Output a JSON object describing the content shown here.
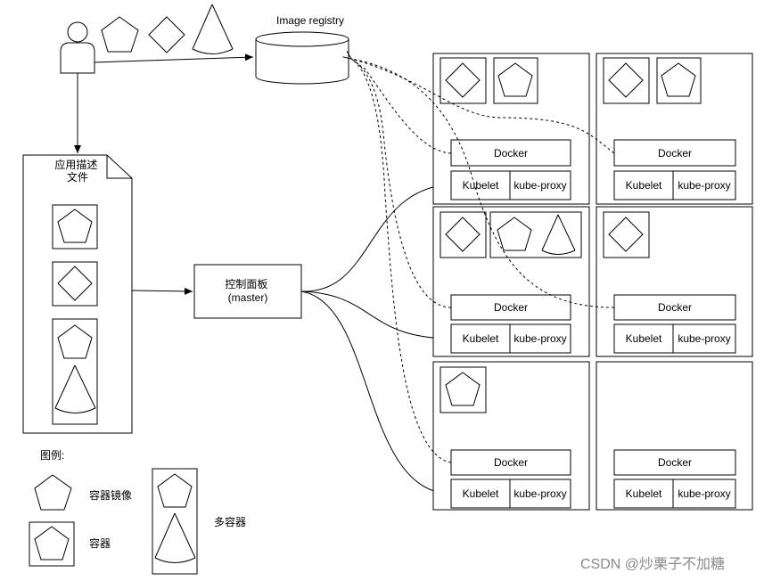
{
  "registry_label": "Image registry",
  "app_desc_lines": [
    "应用描述",
    "文件"
  ],
  "control_plane_lines": [
    "控制面板",
    "(master)"
  ],
  "node": {
    "docker": "Docker",
    "kubelet": "Kubelet",
    "kube_proxy": "kube-proxy"
  },
  "legend": {
    "title": "图例:",
    "image_label": "容器镜像",
    "container_label": "容器",
    "multi_label": "多容器"
  },
  "watermark": "CSDN @炒栗子不加糖"
}
